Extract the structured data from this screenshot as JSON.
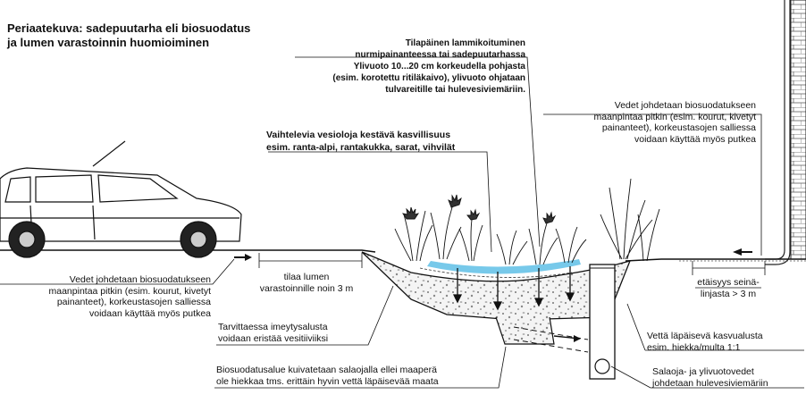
{
  "title": {
    "line1": "Periaatekuva: sadepuutarha eli biosuodatus",
    "line2": "ja lumen varastoinnin huomioiminen"
  },
  "labels": {
    "ponding": "Tilapäinen lammikoituminen\nnurmipainanteessa tai sadepuutarhassa\nYlivuoto 10...20 cm korkeudella pohjasta\n(esim. korotettu ritiläkaivo), ylivuoto ohjataan\ntulvareitille tai hulevesiviemäriin.",
    "plants": "Vaihtelevia vesioloja kestävä kasvillisuus\nesim. ranta-alpi, rantakukka, sarat, vihvilät",
    "inflow_right": "Vedet johdetaan biosuodatukseen\nmaanpintaa pitkin (esim. kourut, kivetyt\npainanteet), korkeustasojen salliessa\nvoidaan käyttää myös putkea",
    "inflow_left": "Vedet johdetaan biosuodatukseen\nmaanpintaa pitkin (esim. kourut, kivetyt\npainanteet), korkeustasojen salliessa\nvoidaan käyttää myös putkea",
    "snow_space": "tilaa lumen\nvarastoinnille noin 3 m",
    "wall_distance": "etäisyys seinä-\nlinjasta > 3 m",
    "infiltration": "Tarvittaessa imeytysalusta\nvoidaan eristää vesitiiviiksi",
    "drain": "Biosuodatusalue kuivatetaan salaojalla ellei maaperä\nole hiekkaa tms. erittäin hyvin vettä läpäisevää maata",
    "growing_medium": "Vettä läpäisevä kasvualusta\nesim. hiekka/multa 1:1",
    "outlet": "Salaoja- ja ylivuotovedet\njohdetaan hulevesiviemäriin"
  },
  "colors": {
    "water": "#5fc0e6",
    "ink": "#111111"
  }
}
